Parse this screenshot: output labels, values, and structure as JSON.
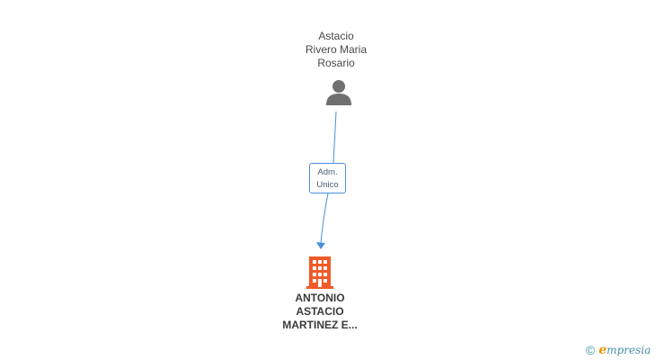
{
  "person": {
    "name_lines": [
      "Astacio",
      "Rivero Maria",
      "Rosario"
    ],
    "icon": "person-icon"
  },
  "relation": {
    "role_lines": [
      "Adm.",
      "Unico"
    ],
    "line_color": "#4a90e2"
  },
  "company": {
    "name_lines": [
      "ANTONIO",
      "ASTACIO",
      "MARTINEZ E..."
    ],
    "icon": "building-icon",
    "icon_color": "#f05a28"
  },
  "footer": {
    "copyright_symbol": "©",
    "brand_initial": "e",
    "brand_rest": "mpresia"
  }
}
